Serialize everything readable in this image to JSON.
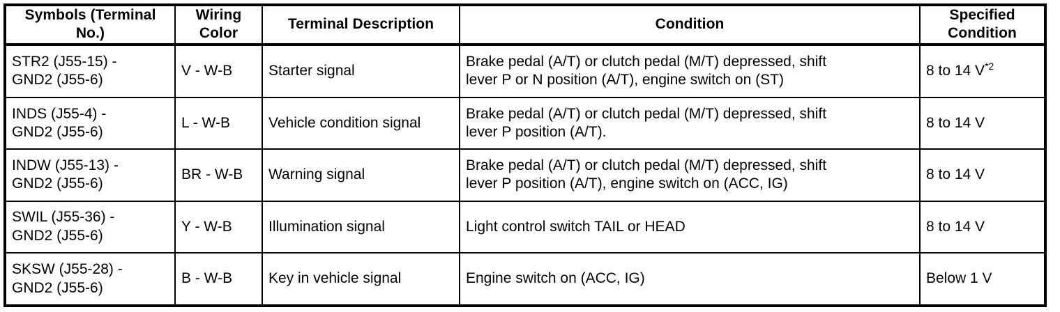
{
  "table": {
    "headers": [
      "Symbols (Terminal No.)",
      "Wiring Color",
      "Terminal Description",
      "Condition",
      "Specified Condition"
    ],
    "header_lines": {
      "symbols": [
        "Symbols (Terminal",
        "No.)"
      ],
      "wiring": [
        "Wiring",
        "Color"
      ],
      "terminal": [
        "Terminal Description"
      ],
      "condition": [
        "Condition"
      ],
      "specified": [
        "Specified",
        "Condition"
      ]
    },
    "rows": [
      {
        "symbol_line1": "STR2 (J55-15) -",
        "symbol_line2": "GND2 (J55-6)",
        "wiring_color": "V - W-B",
        "terminal_description": "Starter signal",
        "condition_line1": "Brake pedal (A/T) or clutch pedal (M/T) depressed, shift",
        "condition_line2": "lever P or N position (A/T), engine switch on (ST)",
        "specified_condition": "8 to 14 V",
        "specified_note": "*2"
      },
      {
        "symbol_line1": "INDS (J55-4) -",
        "symbol_line2": "GND2 (J55-6)",
        "wiring_color": "L - W-B",
        "terminal_description": "Vehicle condition signal",
        "condition_line1": "Brake pedal (A/T) or clutch pedal (M/T) depressed, shift",
        "condition_line2": "lever P position (A/T).",
        "specified_condition": "8 to 14 V",
        "specified_note": ""
      },
      {
        "symbol_line1": "INDW (J55-13) -",
        "symbol_line2": "GND2 (J55-6)",
        "wiring_color": "BR - W-B",
        "terminal_description": "Warning signal",
        "condition_line1": "Brake pedal (A/T) or clutch pedal (M/T) depressed, shift",
        "condition_line2": "lever P position (A/T), engine switch on (ACC, IG)",
        "specified_condition": "8 to 14 V",
        "specified_note": ""
      },
      {
        "symbol_line1": "SWIL (J55-36) -",
        "symbol_line2": "GND2 (J55-6)",
        "wiring_color": "Y - W-B",
        "terminal_description": "Illumination signal",
        "condition_line1": "Light control switch TAIL or HEAD",
        "condition_line2": "",
        "specified_condition": "8 to 14 V",
        "specified_note": ""
      },
      {
        "symbol_line1": "SKSW (J55-28) -",
        "symbol_line2": "GND2 (J55-6)",
        "wiring_color": "B - W-B",
        "terminal_description": "Key in vehicle signal",
        "condition_line1": "Engine switch on (ACC, IG)",
        "condition_line2": "",
        "specified_condition": "Below 1 V",
        "specified_note": ""
      }
    ]
  },
  "colors": {
    "border": "#000000",
    "text": "#000000",
    "background": "#ffffff"
  }
}
